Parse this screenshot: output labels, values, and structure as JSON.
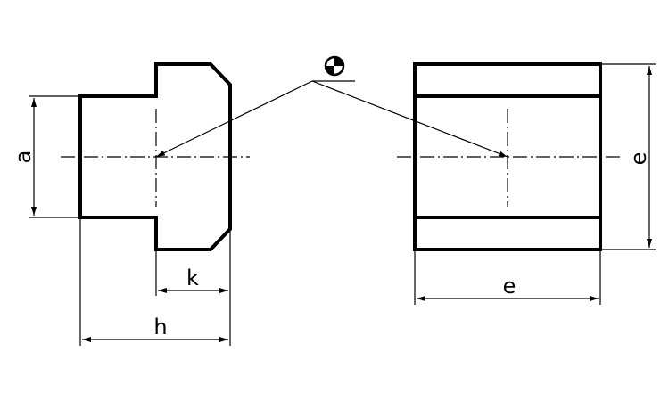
{
  "drawing": {
    "labels": {
      "a": "a",
      "k": "k",
      "h": "h",
      "e_bottom": "e",
      "e_right": "e"
    },
    "symbol": "center-of-gravity-icon"
  }
}
